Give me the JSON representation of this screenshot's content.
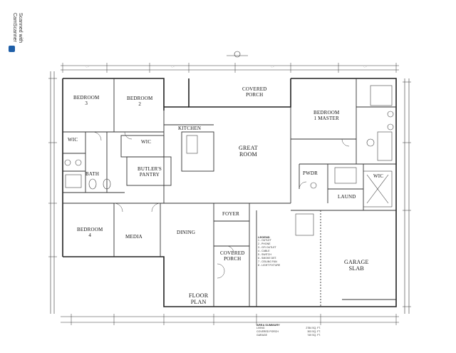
{
  "watermark": {
    "line1": "Scanned with",
    "line2": "CamScanner",
    "icon": "camscanner-icon"
  },
  "rooms": {
    "bedroom3": [
      "BEDROOM",
      "3"
    ],
    "bedroom2": [
      "BEDROOM",
      "2"
    ],
    "covered_porch_top": [
      "COVERED",
      "PORCH"
    ],
    "bedroom1_master": [
      "BEDROOM",
      "1 MASTER"
    ],
    "kitchen": "KITCHEN",
    "great_room": [
      "GREAT",
      "ROOM"
    ],
    "wic_left": "WIC",
    "wic_center": "WIC",
    "wic_right": "WIC",
    "bath": "BATH",
    "butlers_pantry": [
      "BUTLER'S",
      "PANTRY"
    ],
    "pwdr": "PWDR",
    "laund": "LAUND",
    "bedroom4": [
      "BEDROOM",
      "4"
    ],
    "media": "MEDIA",
    "dining": "DINING",
    "foyer": "FOYER",
    "covered_porch_front": [
      "COVERED",
      "PORCH"
    ],
    "garage_slab": [
      "GARAGE",
      "SLAB"
    ],
    "floor_plan": [
      "FLOOR",
      "PLAN"
    ]
  },
  "legend": {
    "title": "LEGEND",
    "items": [
      "1 - OUTLET",
      "2 - PHONE",
      "3 - GFI OUTLET",
      "4 - CABLE",
      "5 - SWITCH",
      "6 - SMOKE DET.",
      "7 - CEILING FAN",
      "8 - LIGHT FIXTURE"
    ]
  },
  "area_summary": {
    "title": "AREA SUMMARY",
    "rows": [
      [
        "LIVING",
        "2784 SQ. FT."
      ],
      [
        "COVERED PORCH",
        "303 SQ. FT."
      ],
      [
        "GARAGE",
        "749 SQ. FT."
      ]
    ]
  }
}
